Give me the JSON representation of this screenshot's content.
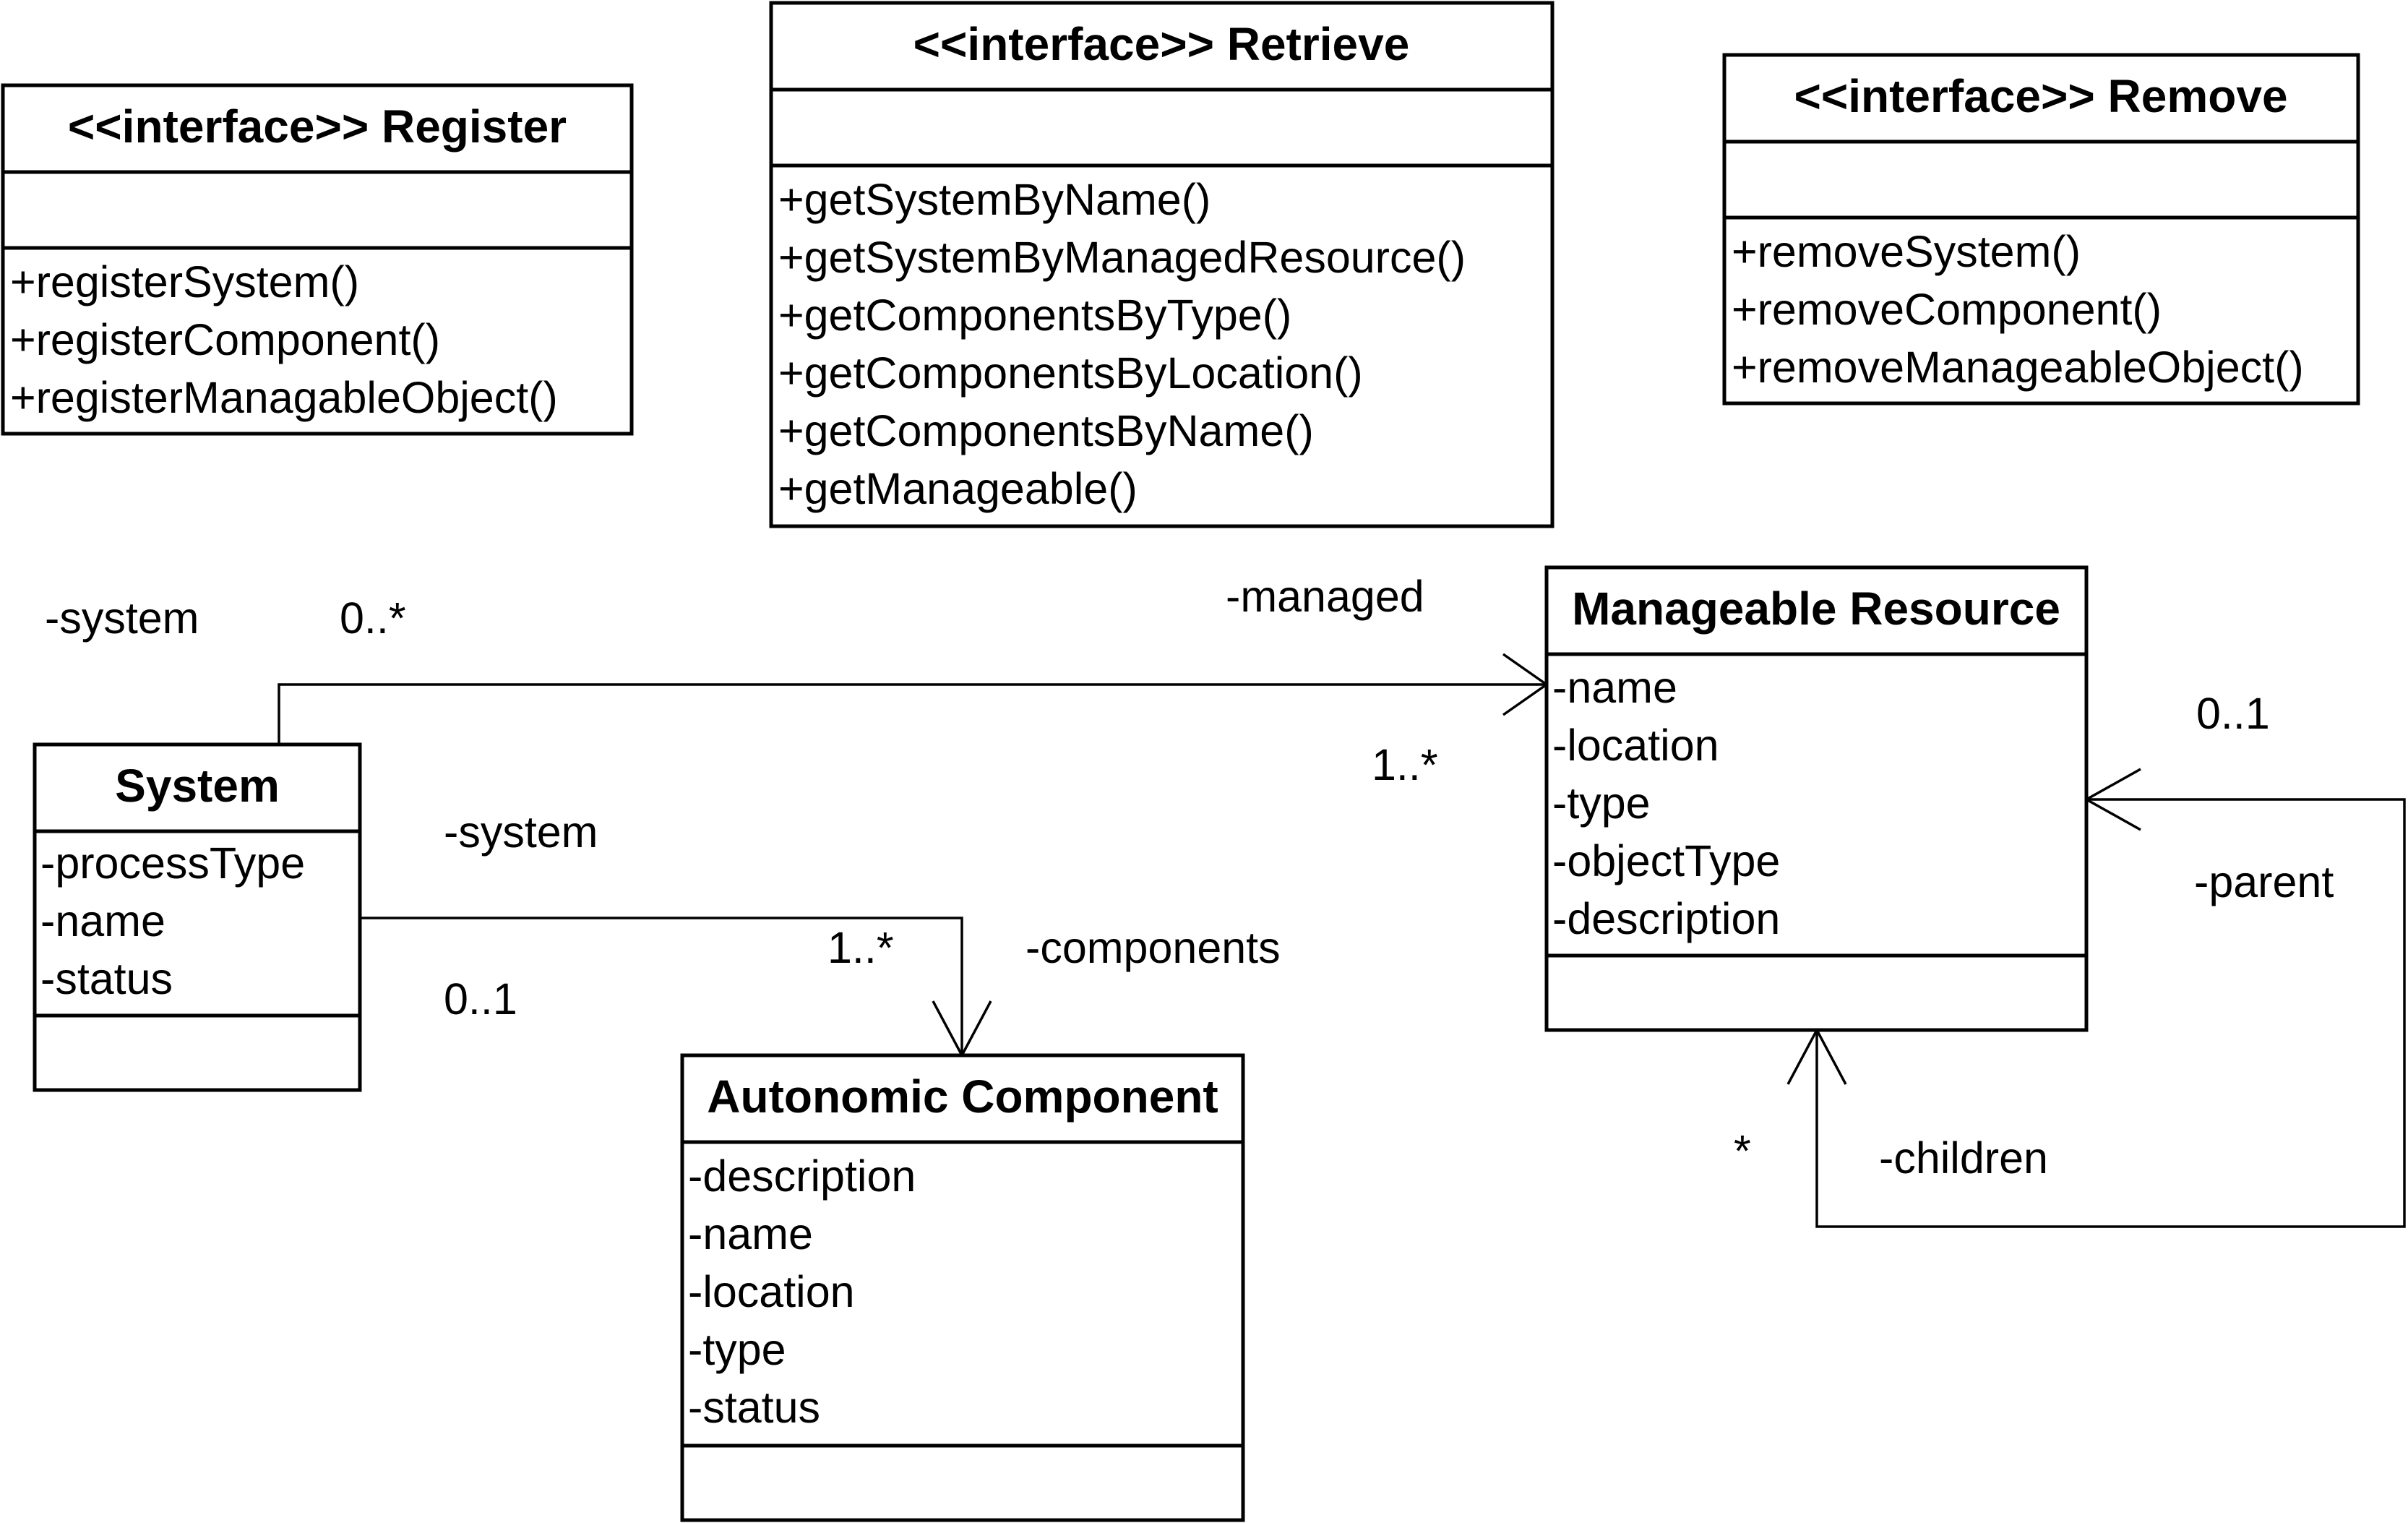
{
  "classes": {
    "register": {
      "name": "<<interface>> Register",
      "attributes": [],
      "operations": [
        "+registerSystem()",
        "+registerComponent()",
        "+registerManagableObject()"
      ]
    },
    "retrieve": {
      "name": "<<interface>> Retrieve",
      "attributes": [],
      "operations": [
        "+getSystemByName()",
        "+getSystemByManagedResource()",
        "+getComponentsByType()",
        "+getComponentsByLocation()",
        "+getComponentsByName()",
        "+getManageable()"
      ]
    },
    "remove": {
      "name": "<<interface>> Remove",
      "attributes": [],
      "operations": [
        "+removeSystem()",
        "+removeComponent()",
        "+removeManageableObject()"
      ]
    },
    "system": {
      "name": "System",
      "attributes": [
        "-processType",
        "-name",
        "-status"
      ],
      "operations": []
    },
    "autonomic_component": {
      "name": "Autonomic Component",
      "attributes": [
        "-description",
        "-name",
        "-location",
        "-type",
        "-status"
      ],
      "operations": []
    },
    "manageable_resource": {
      "name": "Manageable Resource",
      "attributes": [
        "-name",
        "-location",
        "-type",
        "-objectType",
        "-description"
      ],
      "operations": []
    }
  },
  "associations": {
    "system_managed": {
      "source_role": "-system",
      "source_multiplicity": "0..*",
      "target_role": "-managed",
      "target_multiplicity": "1..*"
    },
    "system_components": {
      "source_role": "-system",
      "source_multiplicity": "0..1",
      "target_role": "-components",
      "target_multiplicity": "1..*"
    },
    "resource_hierarchy": {
      "parent_multiplicity": "0..1",
      "parent_role": "-parent",
      "children_multiplicity": "*",
      "children_role": "-children"
    }
  }
}
